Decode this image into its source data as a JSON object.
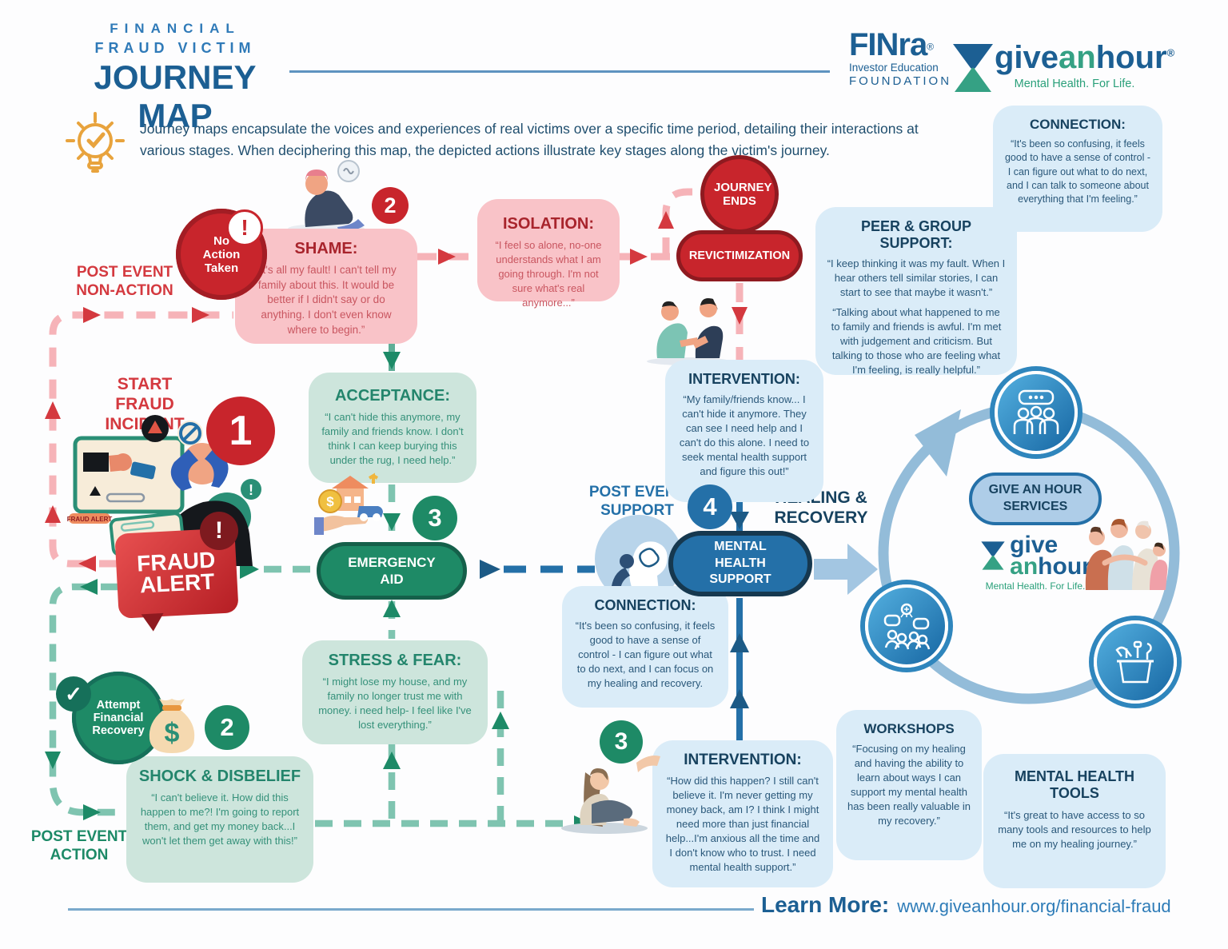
{
  "header": {
    "title_line1": "FINANCIAL",
    "title_line2": "FRAUD VICTIM",
    "title_line3": "JOURNEY MAP",
    "finra": {
      "wordmark": "FINra",
      "reg": "®",
      "sub1": "Investor Education",
      "sub2": "FOUNDATION"
    },
    "giveanhour": {
      "give": "give",
      "an": "an",
      "hour": "hour",
      "reg": "®",
      "tagline": "Mental Health. For Life."
    }
  },
  "intro": {
    "text": "Journey maps encapsulate the voices and experiences of real victims over a specific time period, detailing their interactions at various stages. When deciphering this map, the depicted actions illustrate key stages along the victim's journey."
  },
  "stage_labels": {
    "pena1": "POST EVENT",
    "pena2": "NON-ACTION",
    "sfi1": "START",
    "sfi2": "FRAUD INCIDENT",
    "pes1": "POST EVENT",
    "pes2": "SUPPORT",
    "hr1": "HEALING &",
    "hr2": "RECOVERY",
    "pea1": "POST EVENT",
    "pea2": "ACTION"
  },
  "badges": {
    "step1": "1",
    "step2_red": "2",
    "step2_green": "2",
    "step3_emergency": "3",
    "step3_intervention": "3",
    "step4": "4"
  },
  "icons": {
    "exclamation": "!",
    "check": "✓",
    "dollar": "$"
  },
  "nodes": {
    "no_action_taken": {
      "text": "No Action Taken"
    },
    "shame": {
      "title": "SHAME:",
      "text": "“It's all my fault! I can't tell my family about this. It would be better if I didn't say or do anything. I don't even know where to begin.”"
    },
    "isolation": {
      "title": "ISOLATION:",
      "text": "“I feel so alone, no-one understands what I am going through. I'm not sure what's real anymore...”"
    },
    "journey_ends": {
      "text": "JOURNEY ENDS"
    },
    "revictimization": {
      "text": "REVICTIMIZATION"
    },
    "intervention_top": {
      "title": "INTERVENTION:",
      "text": "“My family/friends know... I can't hide it anymore. They can see I need help and I can't do this alone. I need to seek mental health support and figure this out!”"
    },
    "connection_top": {
      "title": "CONNECTION:",
      "text": "“It's been so confusing, it feels good to have a sense of control - I can figure out what to do next, and I can talk to someone about everything that I'm feeling.”"
    },
    "peer_group_support": {
      "title": "PEER & GROUP SUPPORT:",
      "quote1": "“I keep thinking it was my fault. When I hear others tell similar stories, I can start to see that maybe it wasn't.”",
      "quote2": "“Talking about what happened to me to family and friends is awful. I'm met with judgement and criticism. But talking to those who are feeling what I'm feeling, is really helpful.”"
    },
    "acceptance": {
      "title": "ACCEPTANCE:",
      "text": "“I can't hide this anymore, my family and friends know. I don't think I can keep burying this under the rug, I need help.”"
    },
    "fraud_alert": {
      "text": "FRAUD ALERT",
      "tag": "FRAUD ALERT"
    },
    "emergency_aid": {
      "text": "EMERGENCY AID"
    },
    "mental_health_support": {
      "text": "MENTAL HEALTH SUPPORT"
    },
    "connection_mid": {
      "title": "CONNECTION:",
      "text": "“It's been so confusing, it feels good to have a sense of control - I can figure out what to do next, and I can focus on my healing and recovery."
    },
    "stress_fear": {
      "title": "STRESS & FEAR:",
      "text": "“I might lose my house, and my family no longer trust me with money. i need help- I feel like I've lost everything.”"
    },
    "attempt_financial_recovery": {
      "text": "Attempt Financial Recovery"
    },
    "shock_disbelief": {
      "title": "SHOCK & DISBELIEF",
      "text": "“I can't believe it. How did this happen to me?! I'm going to report them, and get my money back...I won't let them get away with this!”"
    },
    "intervention_bottom": {
      "title": "INTERVENTION:",
      "text": "“How did this happen? I still can't believe it. I'm never getting my money back, am I? I think I might need more than just financial help...I'm anxious all the time and I don't know who to trust. I need mental health support.”"
    },
    "workshops": {
      "title": "WORKSHOPS",
      "text": "“Focusing on my healing and having the ability to learn about ways I can support my mental health has been really valuable in my recovery.”"
    },
    "mental_health_tools": {
      "title": "MENTAL HEALTH TOOLS",
      "text": "“It's great to have access to so many tools and resources to help me on my healing journey.”"
    },
    "give_an_hour_services": {
      "text": "GIVE AN HOUR SERVICES"
    },
    "gah_center": {
      "give": "give",
      "an": "an",
      "hour": "hour",
      "tagline": "Mental Health. For Life."
    }
  },
  "footer": {
    "learn_more": "Learn More:",
    "url": "www.giveanhour.org/financial-fraud"
  },
  "colors": {
    "red": "#c8252c",
    "pink": "#f9c3c8",
    "green": "#1e8a66",
    "light_green": "#cde5dc",
    "blue": "#2470a8",
    "light_blue": "#daecf8",
    "navy": "#17425f",
    "ring_blue": "#93bcd9"
  }
}
